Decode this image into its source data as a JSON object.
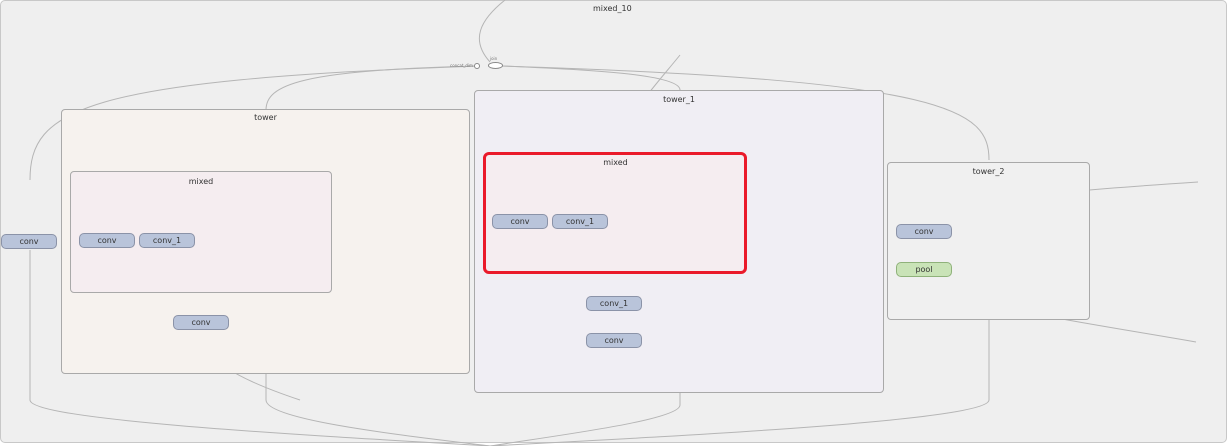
{
  "graph": {
    "title": "mixed_10",
    "join_label": "join",
    "concat_label": "concat_dim",
    "towers": [
      {
        "id": "tower",
        "label": "tower"
      },
      {
        "id": "tower_1",
        "label": "tower_1"
      },
      {
        "id": "tower_2",
        "label": "tower_2"
      }
    ],
    "mixed_groups": [
      {
        "id": "mixed_a",
        "label": "mixed"
      },
      {
        "id": "mixed_b",
        "label": "mixed"
      }
    ],
    "nodes": {
      "left_conv": "conv",
      "t0_mixed_conv": "conv",
      "t0_mixed_conv_1": "conv_1",
      "t0_conv": "conv",
      "t1_mixed_conv": "conv",
      "t1_mixed_conv_1": "conv_1",
      "t1_conv_1": "conv_1",
      "t1_conv": "conv",
      "t2_conv": "conv",
      "t2_pool": "pool"
    },
    "highlight_color": "#ea1a2a"
  }
}
